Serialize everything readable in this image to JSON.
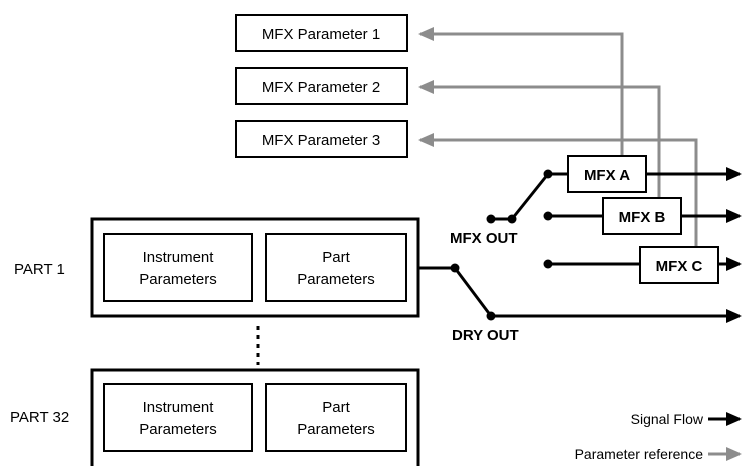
{
  "params": [
    "MFX Parameter 1",
    "MFX Parameter 2",
    "MFX Parameter 3"
  ],
  "effects": [
    "MFX A",
    "MFX B",
    "MFX C"
  ],
  "parts": [
    {
      "label": "PART 1",
      "blocks": [
        [
          "Instrument",
          "Parameters"
        ],
        [
          "Part",
          "Parameters"
        ]
      ]
    },
    {
      "label": "PART 32",
      "blocks": [
        [
          "Instrument",
          "Parameters"
        ],
        [
          "Part",
          "Parameters"
        ]
      ]
    }
  ],
  "outputs": {
    "mfx_out": "MFX OUT",
    "dry_out": "DRY OUT"
  },
  "legend": {
    "signal_flow": "Signal Flow",
    "parameter_reference": "Parameter reference"
  },
  "colors": {
    "signal": "#000000",
    "reference": "#8c8c8c"
  }
}
